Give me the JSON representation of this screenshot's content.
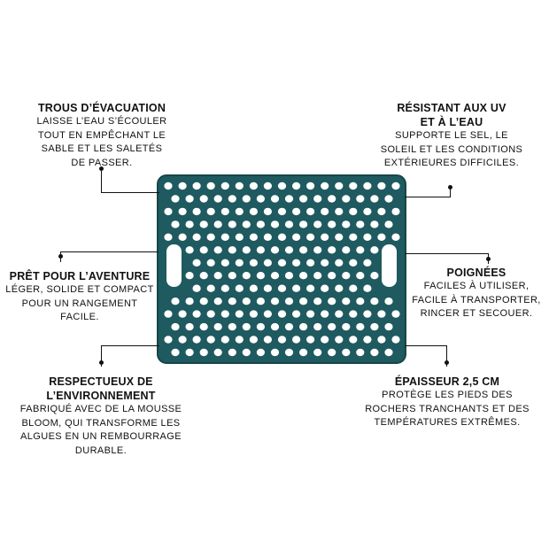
{
  "features": {
    "drain": {
      "title": "TROUS D’ÉVACUATION",
      "lines": [
        "LAISSE L’EAU S’ÉCOULER",
        "TOUT EN EMPÊCHANT LE",
        "SABLE ET LES SALETÉS",
        "DE PASSER."
      ]
    },
    "uv": {
      "title_lines": [
        "RÉSISTANT AUX UV",
        "ET À L’EAU"
      ],
      "lines": [
        "SUPPORTE LE SEL, LE",
        "SOLEIL ET LES CONDITIONS",
        "EXTÉRIEURES DIFFICILES."
      ]
    },
    "adventure": {
      "title": "PRÊT POUR L’AVENTURE",
      "lines": [
        "LÉGER, SOLIDE ET COMPACT",
        "POUR UN RANGEMENT",
        "FACILE."
      ]
    },
    "handles": {
      "title": "POIGNÉES",
      "lines": [
        "FACILES À UTILISER,",
        "FACILE À TRANSPORTER,",
        "RINCER ET SECOUER."
      ]
    },
    "eco": {
      "title_lines": [
        "RESPECTUEUX DE",
        "L’ENVIRONNEMENT"
      ],
      "lines": [
        "FABRIQUÉ AVEC DE LA MOUSSE",
        "BLOOM, QUI TRANSFORME LES",
        "ALGUES EN UN REMBOURRAGE",
        "DURABLE."
      ]
    },
    "thickness": {
      "title": "ÉPAISSEUR 2,5 CM",
      "lines": [
        "PROTÈGE LES PIEDS DES",
        "ROCHERS TRANCHANTS ET DES",
        "TEMPÉRATURES EXTRÊMES."
      ]
    }
  },
  "colors": {
    "mat": "#1e5a5f",
    "mat_dark": "#164649",
    "hole": "#ffffff",
    "ink": "#111111"
  }
}
